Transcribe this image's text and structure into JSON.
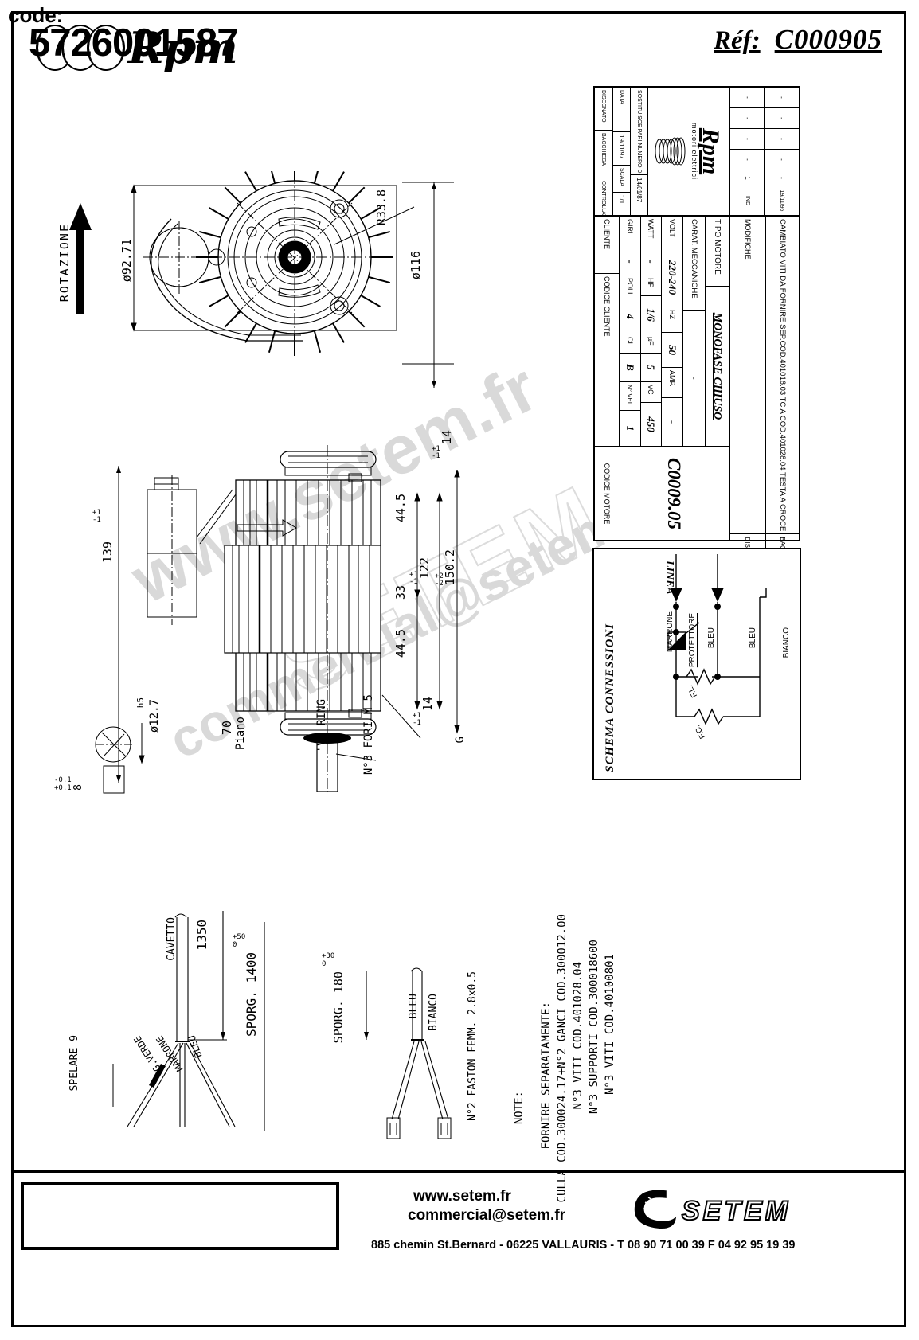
{
  "header": {
    "brand": "Rpm",
    "ref_label": "Réf:",
    "ref_value": "C000905"
  },
  "title_block": {
    "revision_rows": [
      {
        "cells": [
          "-",
          "-",
          "-",
          "-",
          "-",
          "19/11/96"
        ],
        "desc": "CAMBIATO VITI DA FORNIRE SEP.COD.401016.03 TC A COD.401028.04 TESTA A CROCE",
        "disegnato": "BACCHIEGA",
        "controllato": ""
      },
      {
        "cells": [
          "-",
          "-",
          "-",
          "-",
          "1",
          "IND"
        ],
        "desc": "",
        "disegnato": "DISEGNATO",
        "controllato": "CONTROLLATO"
      }
    ],
    "col_headers": {
      "modifiche": "MODIFICHE",
      "data": "DATA",
      "ind": "IND",
      "disegnato": "DISEGNATO",
      "controllato": "CONTROLLATO",
      "bacchiega": "BACCHIEGA"
    },
    "motor": {
      "tipo_motore_label": "TIPO MOTORE",
      "tipo_motore_value": "MONOFASE CHIUSO",
      "carat_label": "CARAT. MECCANICHE",
      "carat_value": "-",
      "rows": [
        {
          "l1": "VOLT",
          "v1": "220-240",
          "l2": "HZ",
          "v2": "50",
          "l3": "AMP.",
          "v3": "-"
        },
        {
          "l1": "WATT",
          "v1": "-",
          "l2": "HP",
          "v2": "1/6",
          "l3": "µF",
          "v3": "5",
          "l4": "VC",
          "v4": "450"
        },
        {
          "l1": "GIRI",
          "v1": "-",
          "l2": "POLI",
          "v2": "4",
          "l3": "CL.",
          "v3": "B",
          "l4": "N° VEL.",
          "v4": "1"
        }
      ],
      "cliente_label": "CLIENTE",
      "codice_cliente_label": "CODICE CLIENTE",
      "codice_motore_label": "CODICE MOTORE",
      "codice_motore_value": "C0009.05"
    },
    "firm": {
      "logo_word": "Rpm",
      "logo_sub": "motori elettrici",
      "sostituisce_label": "SOSTITUISCE PARI NUMERO DEL",
      "sostituisce_value": "14/01/87",
      "scala_label": "SCALA",
      "scala_value": "1/1",
      "data_label": "DATA",
      "data_value": "19/11/97",
      "disegnato_label": "DISEGNATO",
      "disegnato_value": "BACCHIEGA",
      "controllato_label": "CONTROLLATO",
      "controllato_value": ""
    }
  },
  "schema": {
    "title": "SCHEMA CONNESSIONI",
    "linea": "LINEA",
    "labels": {
      "marrone": "MARRONE",
      "protettore": "PROTETTORE",
      "bleu1": "BLEU",
      "bleu2": "BLEU",
      "bianco": "BIANCO",
      "fl": "F.L.",
      "fc": "F.C."
    }
  },
  "drawing": {
    "rotation_label": "ROTAZIONE",
    "top_view": {
      "dia_inner": "ø92.71",
      "dia_outer": "ø116",
      "radius": "R33.8"
    },
    "side_view": {
      "d139": "139",
      "d139_tol_up": "+1",
      "d139_tol_dn": "-1",
      "d150": "150.2",
      "d150_tol_up": "+2",
      "d150_tol_dn": "-2",
      "d122": "122",
      "d122_tol_up": "+1",
      "d122_tol_dn": "-1",
      "d44a": "44.5",
      "d33": "33",
      "d44b": "44.5",
      "d14a": "14",
      "d14a_tol_up": "+1",
      "d14a_tol_dn": "-1",
      "d14b": "14",
      "d14b_tol_up": "+1",
      "d14b_tol_dn": "-1",
      "d70": "70",
      "piano": "Piano",
      "shaft_dia": "ø12.7",
      "shaft_tol": "h5",
      "shaft_small": "8",
      "shaft_small_tol_up": "-0.1",
      "shaft_small_tol_dn": "+0.1",
      "v_ring": "'V' RING",
      "fori": "N°3 FORI M 5",
      "letter_g": "G"
    },
    "cable_left": {
      "spelare": "SPELARE  9",
      "cavetto": "CAVETTO",
      "len_1350": "1350",
      "sporg_1400": "SPORG. 1400",
      "sporg_1400_tol_up": "+50",
      "sporg_1400_tol_dn": "0",
      "wires": [
        "G.VERDE",
        "MARRONE",
        "BLEU"
      ]
    },
    "cable_right": {
      "sporg_180": "SPORG. 180",
      "sporg_180_tol_up": "+30",
      "sporg_180_tol_dn": "0",
      "wires": [
        "BLEU",
        "BIANCO"
      ],
      "faston": "N°2 FASTON FEMM. 2.8x0.5"
    },
    "notes": {
      "note_label": "NOTE:",
      "lines": [
        "FORNIRE SEPARATAMENTE:",
        "CULLA COD.300024.17+N°2 GANCI COD.300012.00",
        "N°3 VITI COD.401028.04",
        "N°3 SUPPORTI COD.300018600",
        "N°3 VITI COD.40100801"
      ]
    }
  },
  "watermarks": {
    "w1": "www.setem.fr",
    "w2": "SETEM",
    "w3": "commercial@setem.fr"
  },
  "footer": {
    "code_label": "code:",
    "code_value": "5726001587",
    "website": "www.setem.fr",
    "email": "commercial@setem.fr",
    "address": "885 chemin St.Bernard  -   06225 VALLAURIS  -  T 08 90 71 00 39   F 04 92 95 19 39",
    "brand": "SETEM"
  }
}
